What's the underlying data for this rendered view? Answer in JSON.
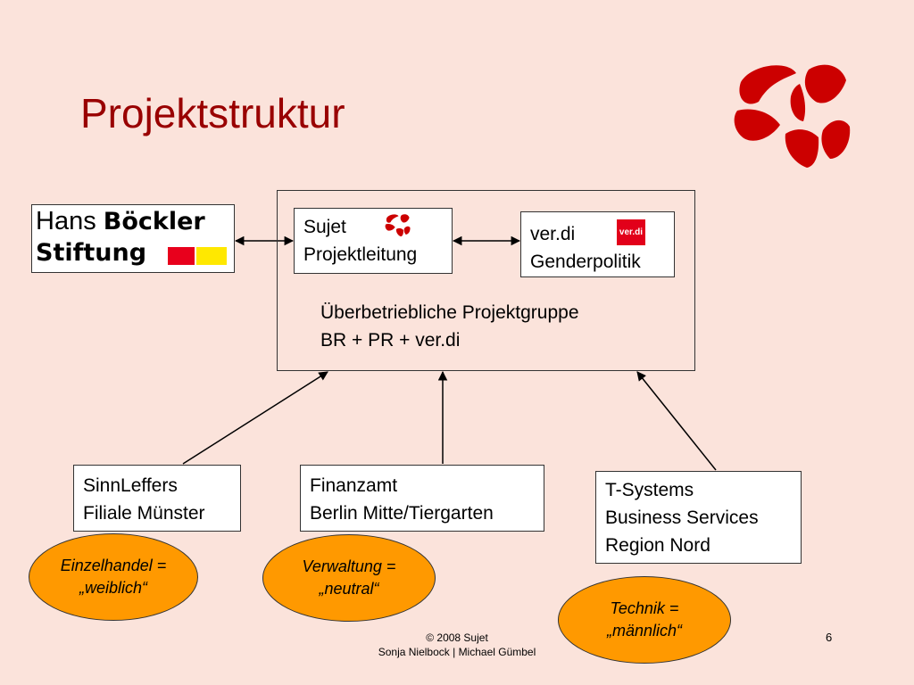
{
  "slide": {
    "title": "Projektstruktur",
    "page_number": "6"
  },
  "colors": {
    "background": "#fbe3db",
    "title": "#990000",
    "ellipse_fill": "#ff9900",
    "logo_red": "#cc0000"
  },
  "hbs_logo": {
    "word_light": "Hans",
    "word_bold": "Böckler",
    "line2": "Stiftung",
    "flag_colors": [
      "#e8001c",
      "#ffe800"
    ]
  },
  "nodes": {
    "sujet": {
      "lines": [
        "Sujet",
        "Projektleitung"
      ],
      "icon": "sujet-logo-icon"
    },
    "verdi": {
      "lines": [
        "ver.di",
        "Genderpolitik"
      ],
      "icon": "verdi-logo-icon",
      "icon_text": "ver.di"
    },
    "group": {
      "lines": [
        "Überbetriebliche Projektgruppe",
        "BR + PR + ver.di"
      ]
    },
    "sinnleffers": {
      "lines": [
        "SinnLeffers",
        "Filiale Münster"
      ]
    },
    "finanzamt": {
      "lines": [
        "Finanzamt",
        "Berlin Mitte/Tiergarten"
      ]
    },
    "tsystems": {
      "lines": [
        "T-Systems",
        "Business Services",
        "Region Nord"
      ]
    }
  },
  "labels": {
    "einzelhandel": [
      "Einzelhandel =",
      "„weiblich“"
    ],
    "verwaltung": [
      "Verwaltung =",
      "„neutral“"
    ],
    "technik": [
      "Technik =",
      "„männlich“"
    ]
  },
  "footer": {
    "line1": "© 2008 Sujet",
    "line2": "Sonja Nielbock | Michael Gümbel"
  }
}
